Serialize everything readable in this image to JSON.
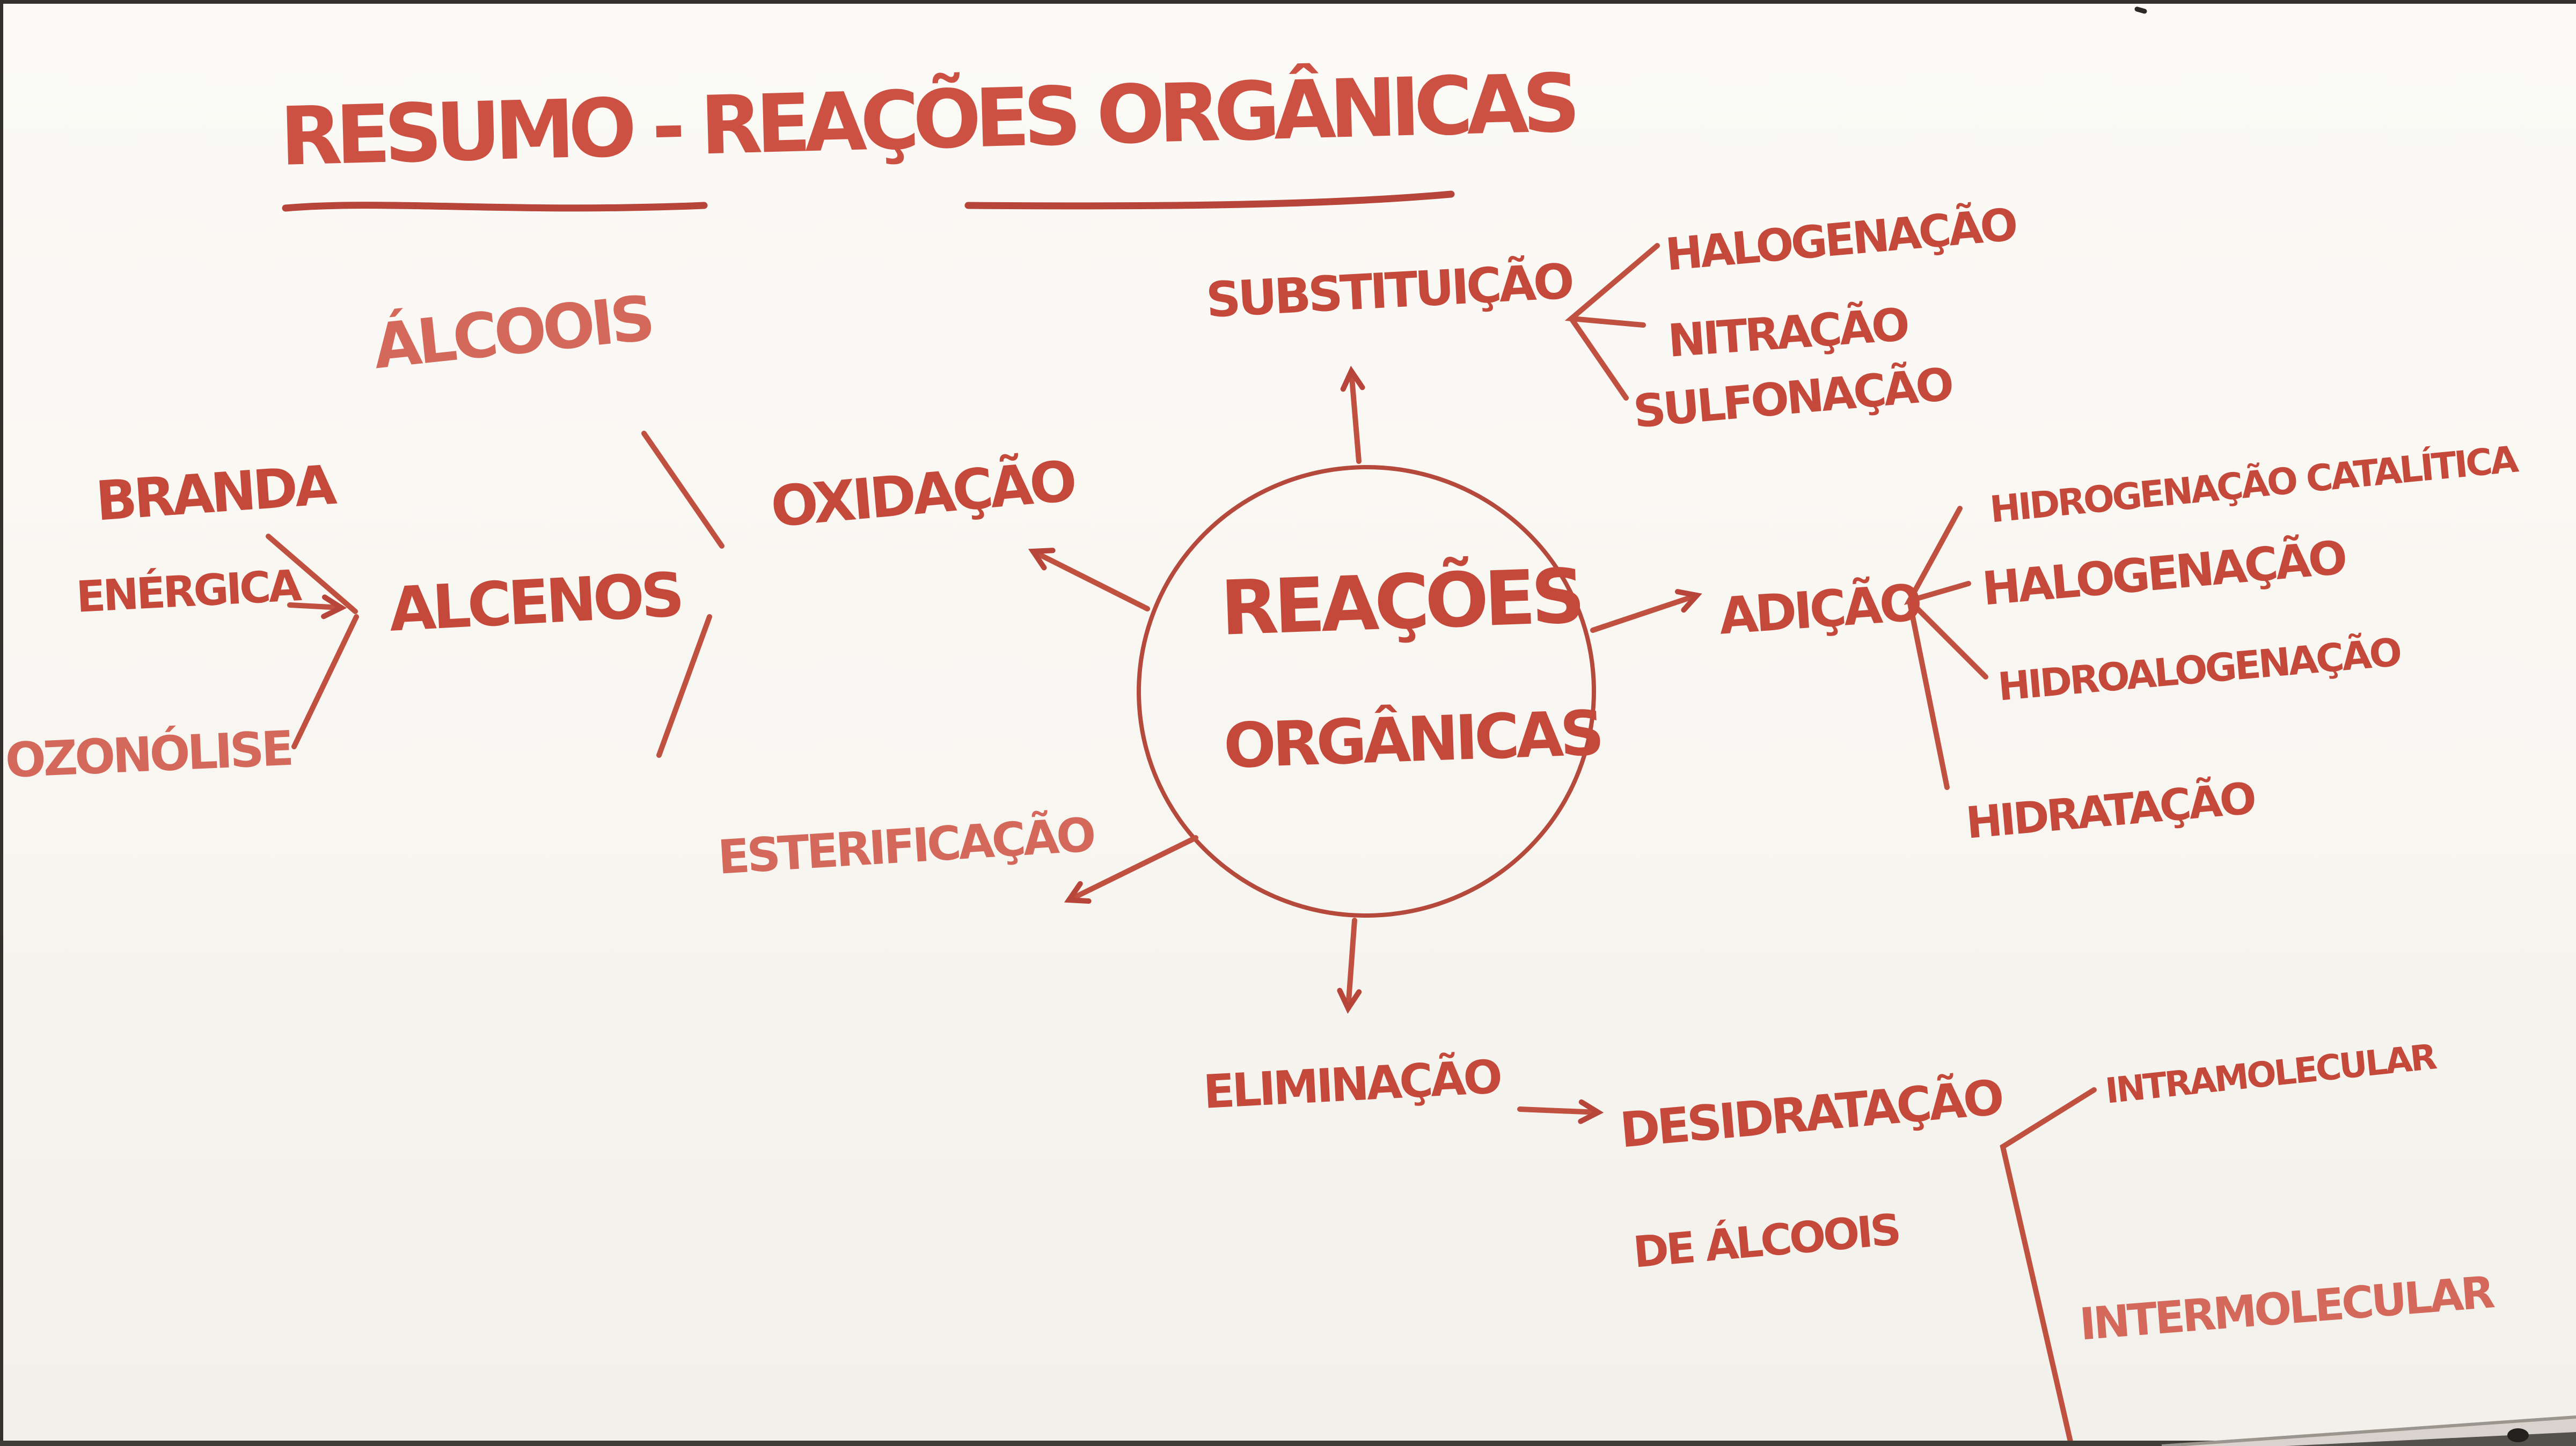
{
  "title": "RESUMO - REAÇÕES ORGÂNICAS",
  "map": {
    "center": {
      "line1": "REAÇÕES",
      "line2": "ORGÂNICAS"
    },
    "substituicao": {
      "label": "SUBSTITUIÇÃO",
      "children": [
        "HALOGENAÇÃO",
        "NITRAÇÃO",
        "SULFONAÇÃO"
      ]
    },
    "adicao": {
      "label": "ADIÇÃO",
      "children": [
        "HIDROGENAÇÃO CATALÍTICA",
        "HALOGENAÇÃO",
        "HIDROALOGENAÇÃO",
        "HIDRATAÇÃO"
      ]
    },
    "oxidacao": {
      "label": "OXIDAÇÃO",
      "from_alcoois": "ÁLCOOIS",
      "from_alcenos": {
        "label": "ALCENOS",
        "types": [
          "BRANDA",
          "ENÉRGICA",
          "OZONÓLISE"
        ]
      }
    },
    "esterificacao": {
      "label": "ESTERIFICAÇÃO"
    },
    "eliminacao": {
      "label": "ELIMINAÇÃO",
      "result": {
        "label": "DESIDRATAÇÃO",
        "sub": "DE ÁLCOOIS",
        "children": [
          "INTRAMOLECULAR",
          "INTERMOLECULAR"
        ]
      }
    }
  },
  "colors": {
    "marker_red": "#c5493b",
    "marker_red_light": "#d4685a",
    "marker_red_deep": "#a93527",
    "board_bg": "#f8f6f1",
    "frame_dark": "#32312d",
    "tray_gray": "#d8d4cd"
  }
}
